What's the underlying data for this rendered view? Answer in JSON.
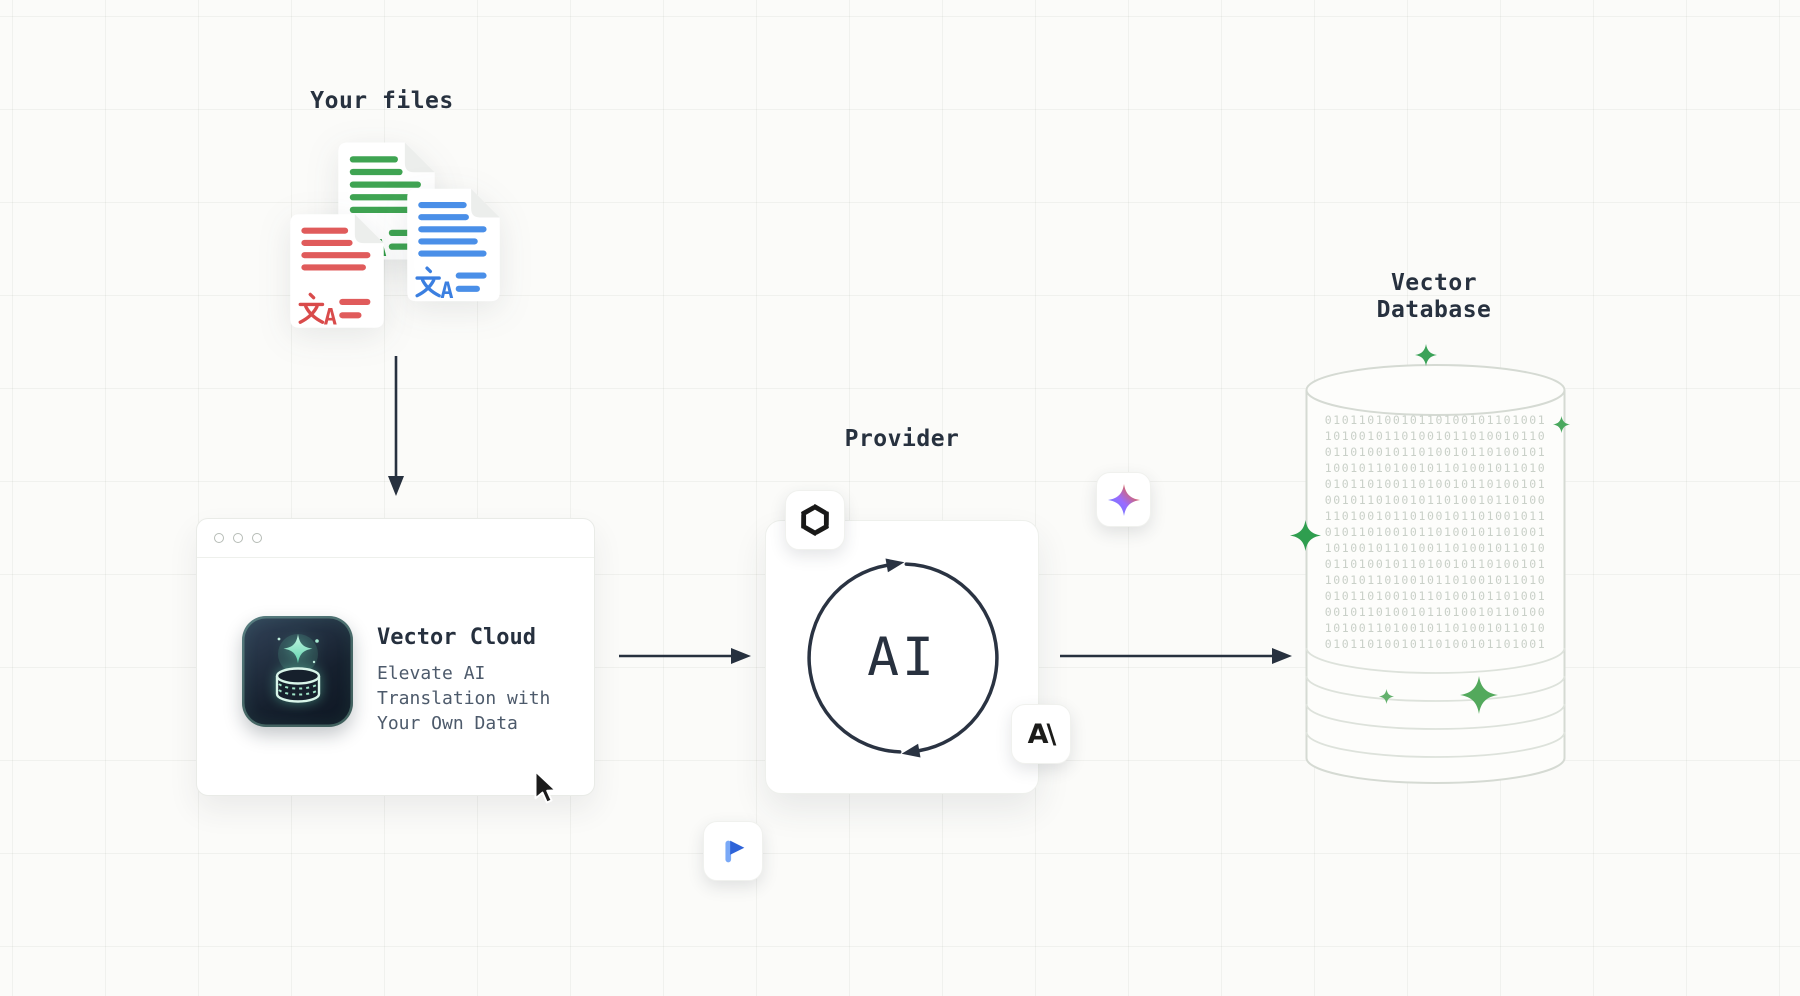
{
  "diagram": {
    "files": {
      "label": "Your files",
      "translate_glyph": "文A",
      "glyph_a": "A"
    },
    "vector_cloud": {
      "title": "Vector Cloud",
      "subtitle": "Elevate AI\nTranslation with\nYour Own Data"
    },
    "provider": {
      "label": "Provider",
      "center_text": "AI",
      "anthropic_glyph": "A\\",
      "badges": [
        "openai-icon",
        "gemini-icon",
        "anthropic-icon",
        "deepl-icon"
      ]
    },
    "database": {
      "label": "Vector\nDatabase",
      "binary_rows": [
        "01011010010110100101101001",
        "10100101101001011010010110",
        "01101001011010010110100101",
        "10010110100101101001011010",
        "01011010011010010110100101",
        "00101101001011010010110100",
        "11010010110100101101001011",
        "01011010010110100101101001",
        "10100101101001101001011010",
        "01101001011010010110100101",
        "10010110100101101001011010",
        "01011010010110100101101001",
        "00101101001011010010110100",
        "10100110100101101001011010",
        "01011010010110100101101001"
      ]
    }
  },
  "colors": {
    "background": "#fbfbf9",
    "ink": "#27313f",
    "doc_green": "#3fa452",
    "doc_red": "#e05b5b",
    "doc_blue": "#4a8fe8",
    "sparkle_green": "#3ba258",
    "mint": "#6fe0ba",
    "deepl_blue": "#2e63d8",
    "gemini_gradient": [
      "#5286ff",
      "#9a6bff",
      "#e0654f",
      "#f2a33c"
    ]
  }
}
